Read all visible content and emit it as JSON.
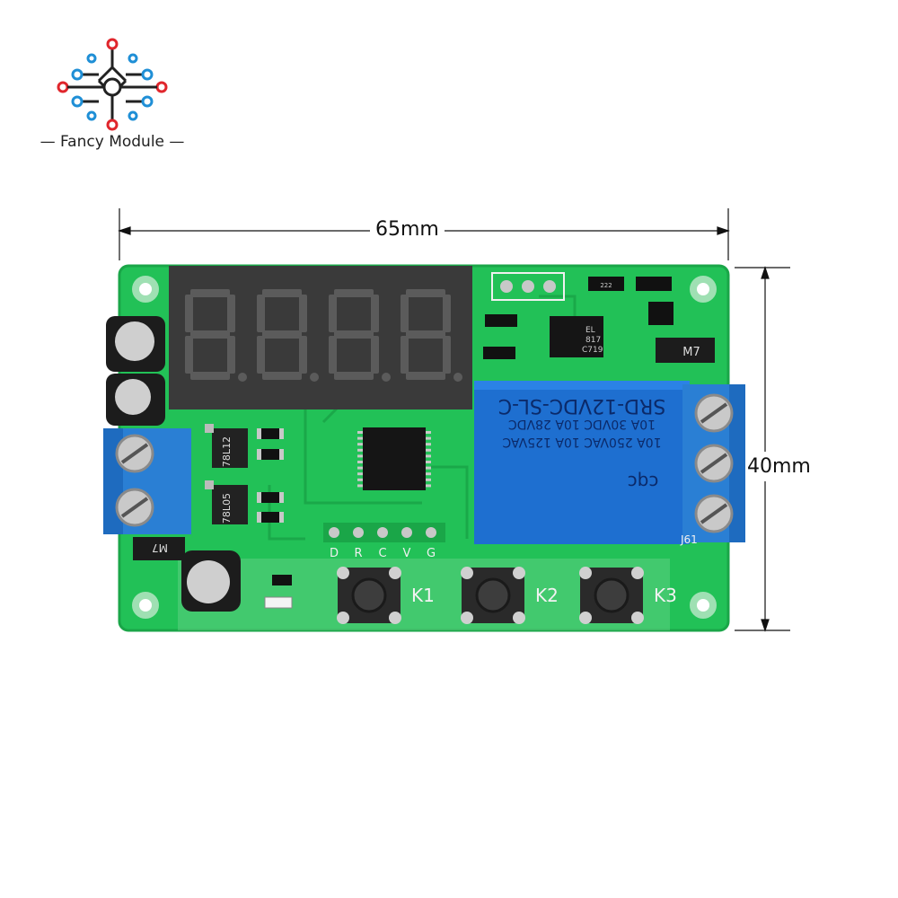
{
  "brand": {
    "name": "Fancy Module",
    "colors": {
      "red": "#e0262c",
      "blue": "#1f8fd6",
      "dark": "#222222"
    }
  },
  "dimensions": {
    "width_label": "65mm",
    "height_label": "40mm"
  },
  "display": {
    "type": "4-digit 7-segment LED",
    "digits": [
      "8.",
      "8.",
      "8.",
      "8."
    ]
  },
  "relay": {
    "model": "SRD-12VDC-SL-C",
    "ratings": [
      "10A 250VAC  10A 125VAC",
      "10A 30VDC  10A 28VDC"
    ],
    "brand_mark": "cqc"
  },
  "optocoupler": {
    "line1": "EL",
    "line2": "817",
    "line3": "C719"
  },
  "regulators": [
    "78L12",
    "78L05"
  ],
  "diodes": [
    "M7",
    "M7"
  ],
  "header_pins": [
    "D",
    "R",
    "C",
    "V",
    "G"
  ],
  "relay_terminal_label": "J61",
  "buttons": [
    {
      "label": "K1"
    },
    {
      "label": "K2"
    },
    {
      "label": "K3"
    }
  ],
  "resistor_code": "222",
  "colors": {
    "pcb": "#22c157",
    "pcb_edge": "#1aa648",
    "relay": "#1e6fd0",
    "terminal": "#2a7fd4",
    "display": "#3a3a3a",
    "segment": "#5b5b5b"
  }
}
